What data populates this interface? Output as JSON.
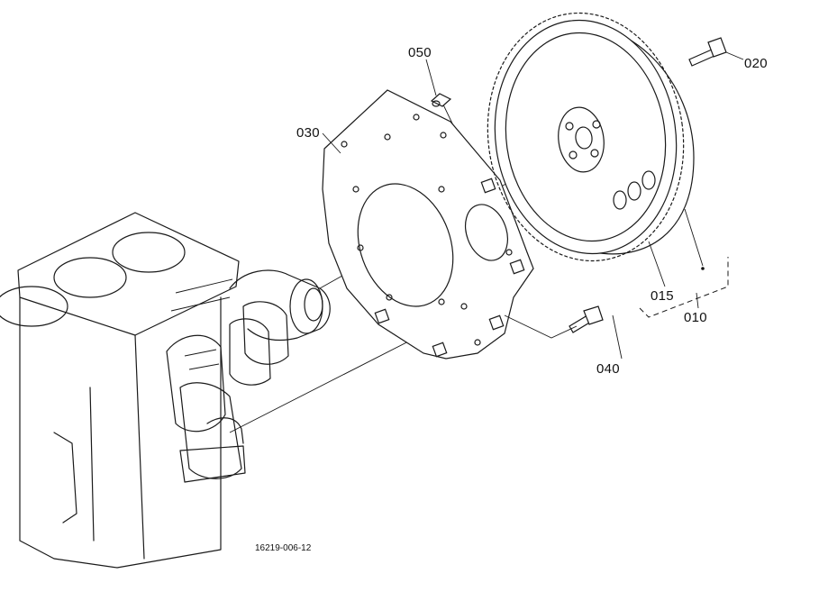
{
  "parts": [
    {
      "id": "p010",
      "number": "010"
    },
    {
      "id": "p015",
      "number": "015"
    },
    {
      "id": "p020",
      "number": "020"
    },
    {
      "id": "p030",
      "number": "030"
    },
    {
      "id": "p040",
      "number": "040"
    },
    {
      "id": "p050",
      "number": "050"
    }
  ],
  "drawing_number": "16219-006-12"
}
